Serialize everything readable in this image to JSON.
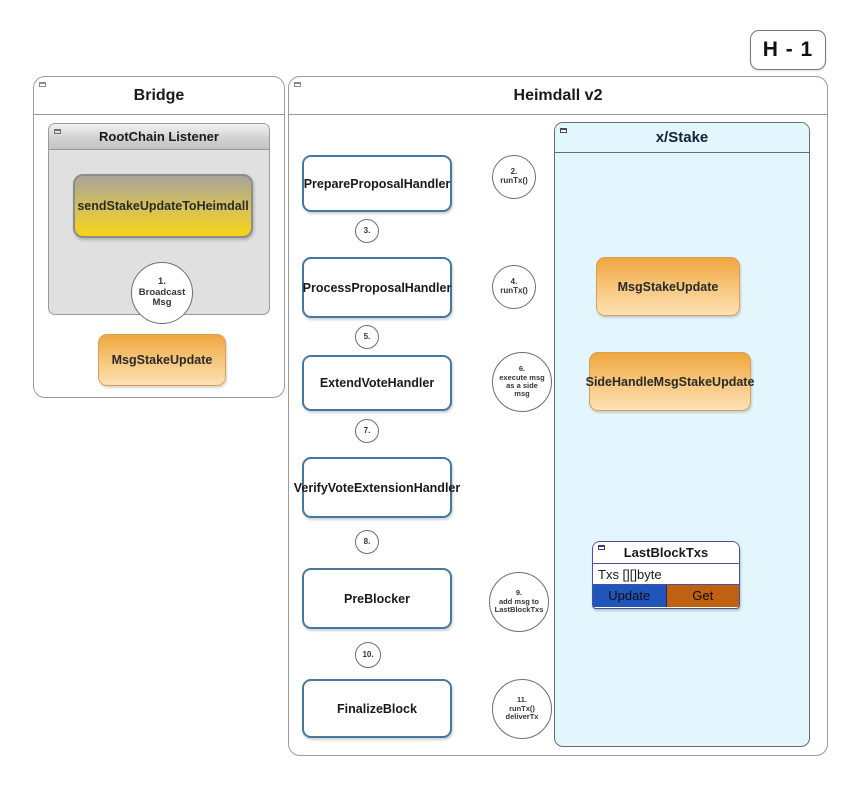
{
  "badge": {
    "label": "H - 1"
  },
  "panels": [
    {
      "key": "bridge",
      "title": "Bridge"
    },
    {
      "key": "heimdall",
      "title": "Heimdall v2"
    }
  ],
  "bridge": {
    "group": {
      "title": "RootChain Listener"
    },
    "nodes": {
      "send": "sendStakeUpdateToHeimdall",
      "msg": "MsgStakeUpdate"
    },
    "steps": [
      {
        "num": "1.",
        "label": "Broadcast\nMsg"
      }
    ]
  },
  "heimdall": {
    "handlers": [
      {
        "key": "prepare",
        "label": "PrepareProposalHandler"
      },
      {
        "key": "process",
        "label": "ProcessProposalHandler"
      },
      {
        "key": "extendvote",
        "label": "ExtendVoteHandler"
      },
      {
        "key": "verifyvote",
        "label": "VerifyVoteExtensionHandler"
      },
      {
        "key": "preblocker",
        "label": "PreBlocker"
      },
      {
        "key": "finalize",
        "label": "FinalizeBlock"
      }
    ],
    "steps": [
      {
        "key": "s2",
        "num": "2.",
        "label": "runTx()"
      },
      {
        "key": "s3",
        "num": "3.",
        "label": ""
      },
      {
        "key": "s4",
        "num": "4.",
        "label": "runTx()"
      },
      {
        "key": "s5",
        "num": "5.",
        "label": ""
      },
      {
        "key": "s6",
        "num": "6.",
        "label": "execute msg\nas a side\nmsg"
      },
      {
        "key": "s7",
        "num": "7.",
        "label": ""
      },
      {
        "key": "s8",
        "num": "8.",
        "label": ""
      },
      {
        "key": "s9",
        "num": "9.",
        "label": "add msg to\nLastBlockTxs"
      },
      {
        "key": "s10",
        "num": "10.",
        "label": ""
      },
      {
        "key": "s11",
        "num": "11.",
        "label": "runTx()\ndeliverTx"
      }
    ],
    "module": {
      "title": "x/Stake",
      "msgs": [
        {
          "key": "msgstakeupdate",
          "label": "MsgStakeUpdate"
        },
        {
          "key": "sidehandle",
          "label": "SideHandleMsgStakeUpdate"
        }
      ],
      "classbox": {
        "title": "LastBlockTxs",
        "field": "Txs [][]byte",
        "operations": [
          {
            "key": "update",
            "label": "Update"
          },
          {
            "key": "get",
            "label": "Get"
          }
        ]
      }
    }
  },
  "colors": {
    "handler_border": "#46789f",
    "msg_fill": "#f0ab4a",
    "module_fill": "#e4f6fd",
    "update_button": "#2255bb",
    "get_button": "#bf6111",
    "dashed_arrow": "#3b6fd4",
    "arrow": "#333333"
  }
}
